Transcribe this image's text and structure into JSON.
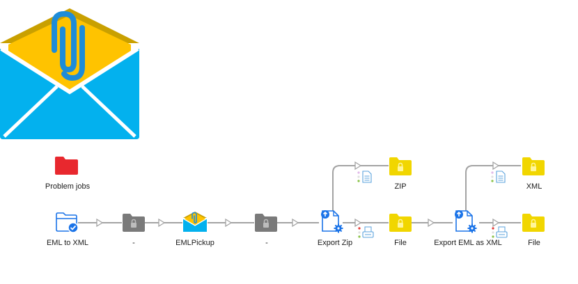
{
  "colors": {
    "envelope_blue": "#03B1EE",
    "envelope_yellow": "#FFC300",
    "envelope_shadow": "#C9A000",
    "clip_blue": "#1E8CD8",
    "problem_folder": "#E8282E",
    "locked_folder": "#7A7A7A",
    "output_folder": "#F1D600",
    "connector": "#A3A3A3",
    "icon_blue": "#1A73E8"
  },
  "nodes": {
    "problem_jobs": "Problem jobs",
    "eml_to_xml": "EML to XML",
    "dash1": "-",
    "emlpickup": "EMLPickup",
    "dash2": "-",
    "export_zip": "Export Zip",
    "zip": "ZIP",
    "file1": "File",
    "export_eml_xml": "Export EML as XML",
    "xml": "XML",
    "file2": "File"
  }
}
